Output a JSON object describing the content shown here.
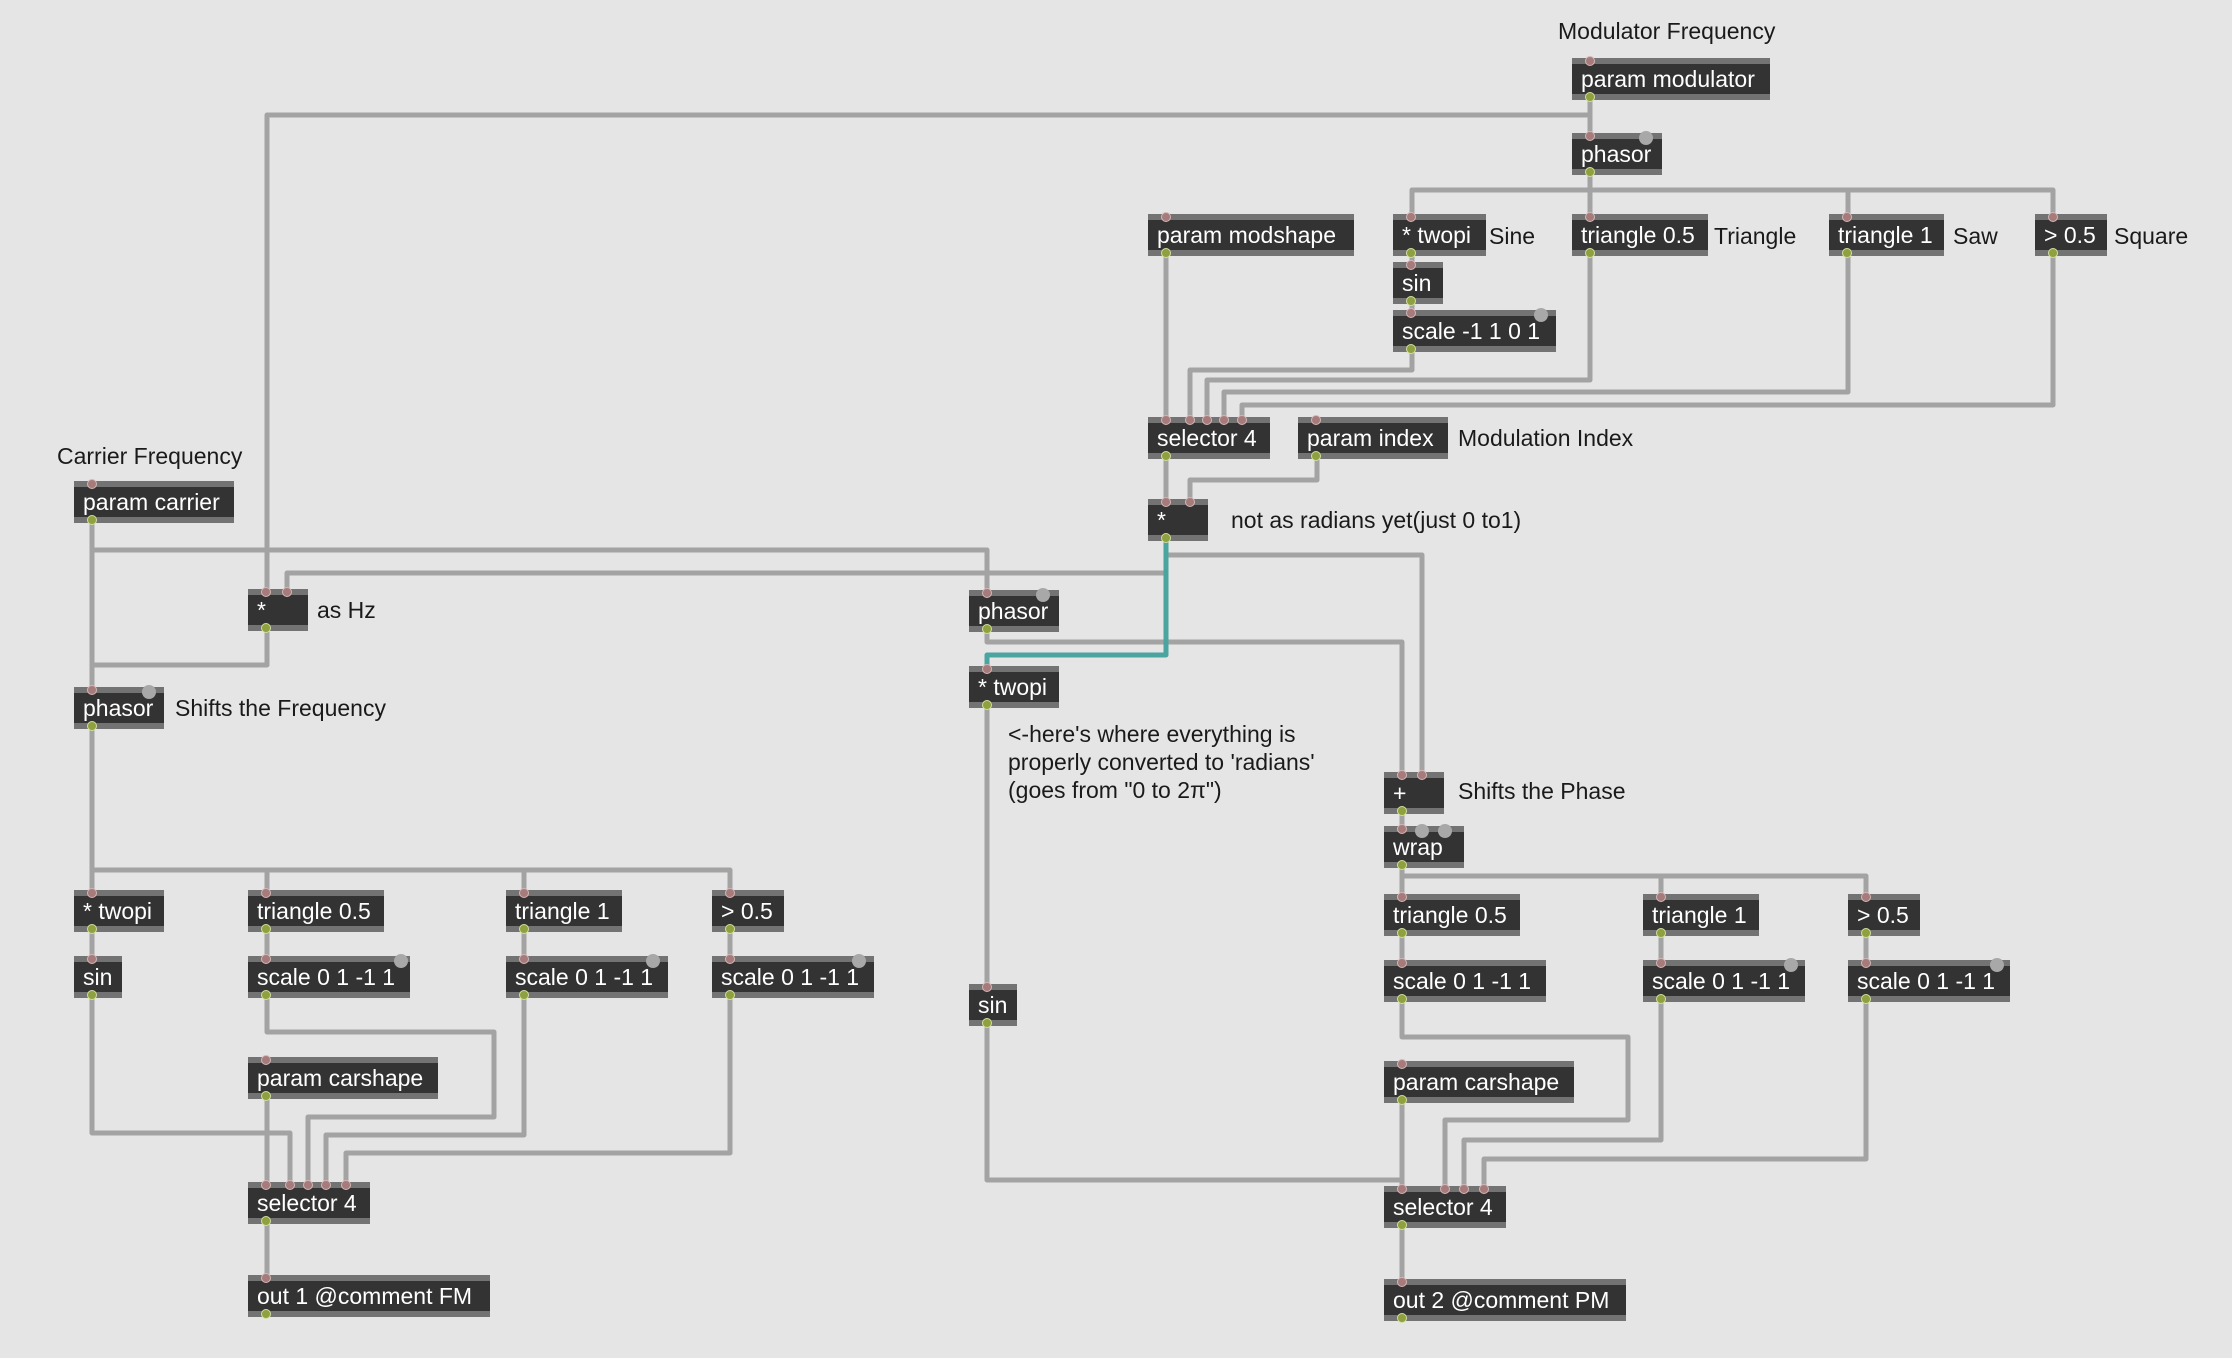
{
  "app": {
    "title": "gen~ FM / PM synthesis patch"
  },
  "objects": {
    "param_modulator": "param modulator",
    "phasor_mod": "phasor",
    "twopi_mod": "* twopi",
    "sin_mod": "sin",
    "scale_mod": "scale -1 1 0 1",
    "tri05_mod": "triangle 0.5",
    "tri1_mod": "triangle 1",
    "gt_mod": "> 0.5",
    "param_modshape": "param modshape",
    "selector_mod": "selector 4",
    "param_index": "param index",
    "mul_index": "*",
    "param_carrier": "param carrier",
    "mul_hz": "*",
    "phasor_fm": "phasor",
    "phasor_pm": "phasor",
    "twopi_pm": "* twopi",
    "plus_pm": "+",
    "wrap_pm": "wrap",
    "twopi_fm": "* twopi",
    "tri05_fm": "triangle 0.5",
    "tri1_fm": "triangle 1",
    "gt_fm": "> 0.5",
    "sin_fm": "sin",
    "scale_fm1": "scale 0 1 -1 1",
    "scale_fm2": "scale 0 1 -1 1",
    "scale_fm3": "scale 0 1 -1 1",
    "param_carshape_fm": "param carshape",
    "selector_fm": "selector 4",
    "out1": "out 1 @comment FM",
    "sin_pm": "sin",
    "tri05_pm": "triangle 0.5",
    "tri1_pm": "triangle 1",
    "gt_pm": "> 0.5",
    "scale_pm1": "scale 0 1 -1 1",
    "scale_pm2": "scale 0 1 -1 1",
    "scale_pm3": "scale 0 1 -1 1",
    "param_carshape_pm": "param carshape",
    "selector_pm": "selector 4",
    "out2": "out 2 @comment PM"
  },
  "comments": {
    "modulator_frequency": "Modulator Frequency",
    "sine": "Sine",
    "triangle": "Triangle",
    "saw": "Saw",
    "square": "Square",
    "modulation_index": "Modulation Index",
    "not_radians": "not as radians yet(just 0 to1)",
    "carrier_frequency": "Carrier Frequency",
    "as_hz": "as Hz",
    "shifts_frequency": "Shifts the Frequency",
    "radians_note": "<-here's where everything is\nproperly converted to 'radians'\n(goes from \"0 to 2π\")",
    "shifts_phase": "Shifts the Phase"
  },
  "colors": {
    "background": "#e5e5e5",
    "object_body": "#333333",
    "object_border": "#737373",
    "cord": "#a3a3a3",
    "cord_selected": "#4aa5a1",
    "inlet": "#a67b7b",
    "outlet": "#8fa040"
  }
}
